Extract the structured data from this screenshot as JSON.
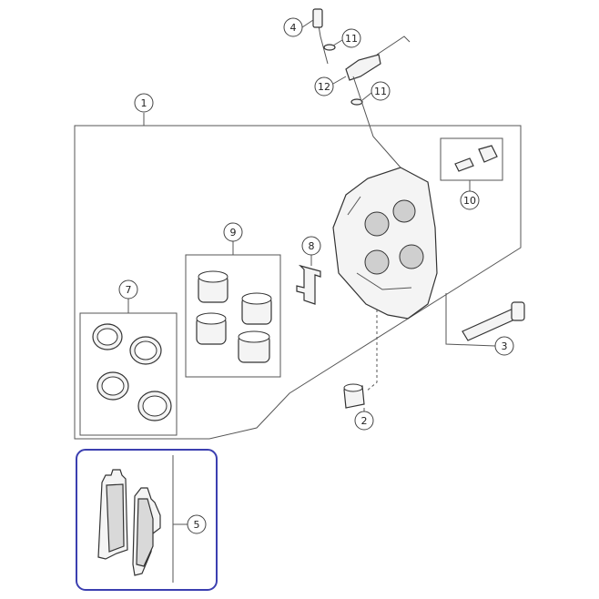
{
  "callouts": [
    {
      "id": "1",
      "label": "1"
    },
    {
      "id": "2",
      "label": "2"
    },
    {
      "id": "3",
      "label": "3"
    },
    {
      "id": "4",
      "label": "4"
    },
    {
      "id": "5",
      "label": "5"
    },
    {
      "id": "7",
      "label": "7"
    },
    {
      "id": "8",
      "label": "8"
    },
    {
      "id": "9",
      "label": "9"
    },
    {
      "id": "10",
      "label": "10"
    },
    {
      "id": "11a",
      "label": "11"
    },
    {
      "id": "11b",
      "label": "11"
    },
    {
      "id": "12",
      "label": "12"
    }
  ],
  "colors": {
    "highlight_border": "#3b3fb0",
    "line": "#555555"
  }
}
